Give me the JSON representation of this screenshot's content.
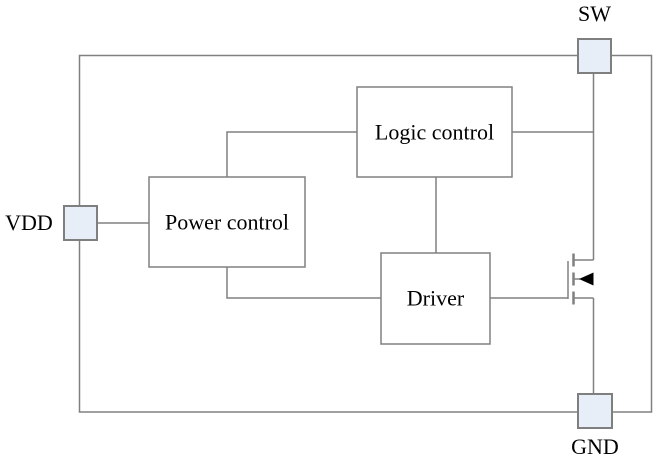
{
  "diagram": {
    "pads": [
      {
        "id": "sw",
        "label": "SW",
        "position": "top-right"
      },
      {
        "id": "vdd",
        "label": "VDD",
        "position": "left"
      },
      {
        "id": "gnd",
        "label": "GND",
        "position": "bottom-right"
      }
    ],
    "blocks": [
      {
        "id": "logic-control",
        "label": "Logic control"
      },
      {
        "id": "power-control",
        "label": "Power control"
      },
      {
        "id": "driver",
        "label": "Driver"
      }
    ],
    "transistor": {
      "symbol": "n-channel-mosfet",
      "drain_net": "SW",
      "gate_net": "Driver output",
      "source_net": "GND"
    },
    "connections": [
      {
        "from": "VDD pad",
        "to": "Power control"
      },
      {
        "from": "Power control",
        "to": "Logic control"
      },
      {
        "from": "Power control",
        "to": "Driver"
      },
      {
        "from": "Logic control",
        "to": "SW / drain net"
      },
      {
        "from": "Logic control",
        "to": "Driver"
      },
      {
        "from": "Driver",
        "to": "MOSFET gate"
      },
      {
        "from": "SW pad",
        "to": "MOSFET drain"
      },
      {
        "from": "MOSFET source",
        "to": "GND pad"
      }
    ]
  },
  "theme": {
    "line_color": "#808080",
    "block_fill": "#ffffff",
    "pad_fill": "#e7eef8",
    "pad_border": "#7f7f7f",
    "text_color": "#000000",
    "background": "#ffffff",
    "arrow_color": "#000000"
  }
}
